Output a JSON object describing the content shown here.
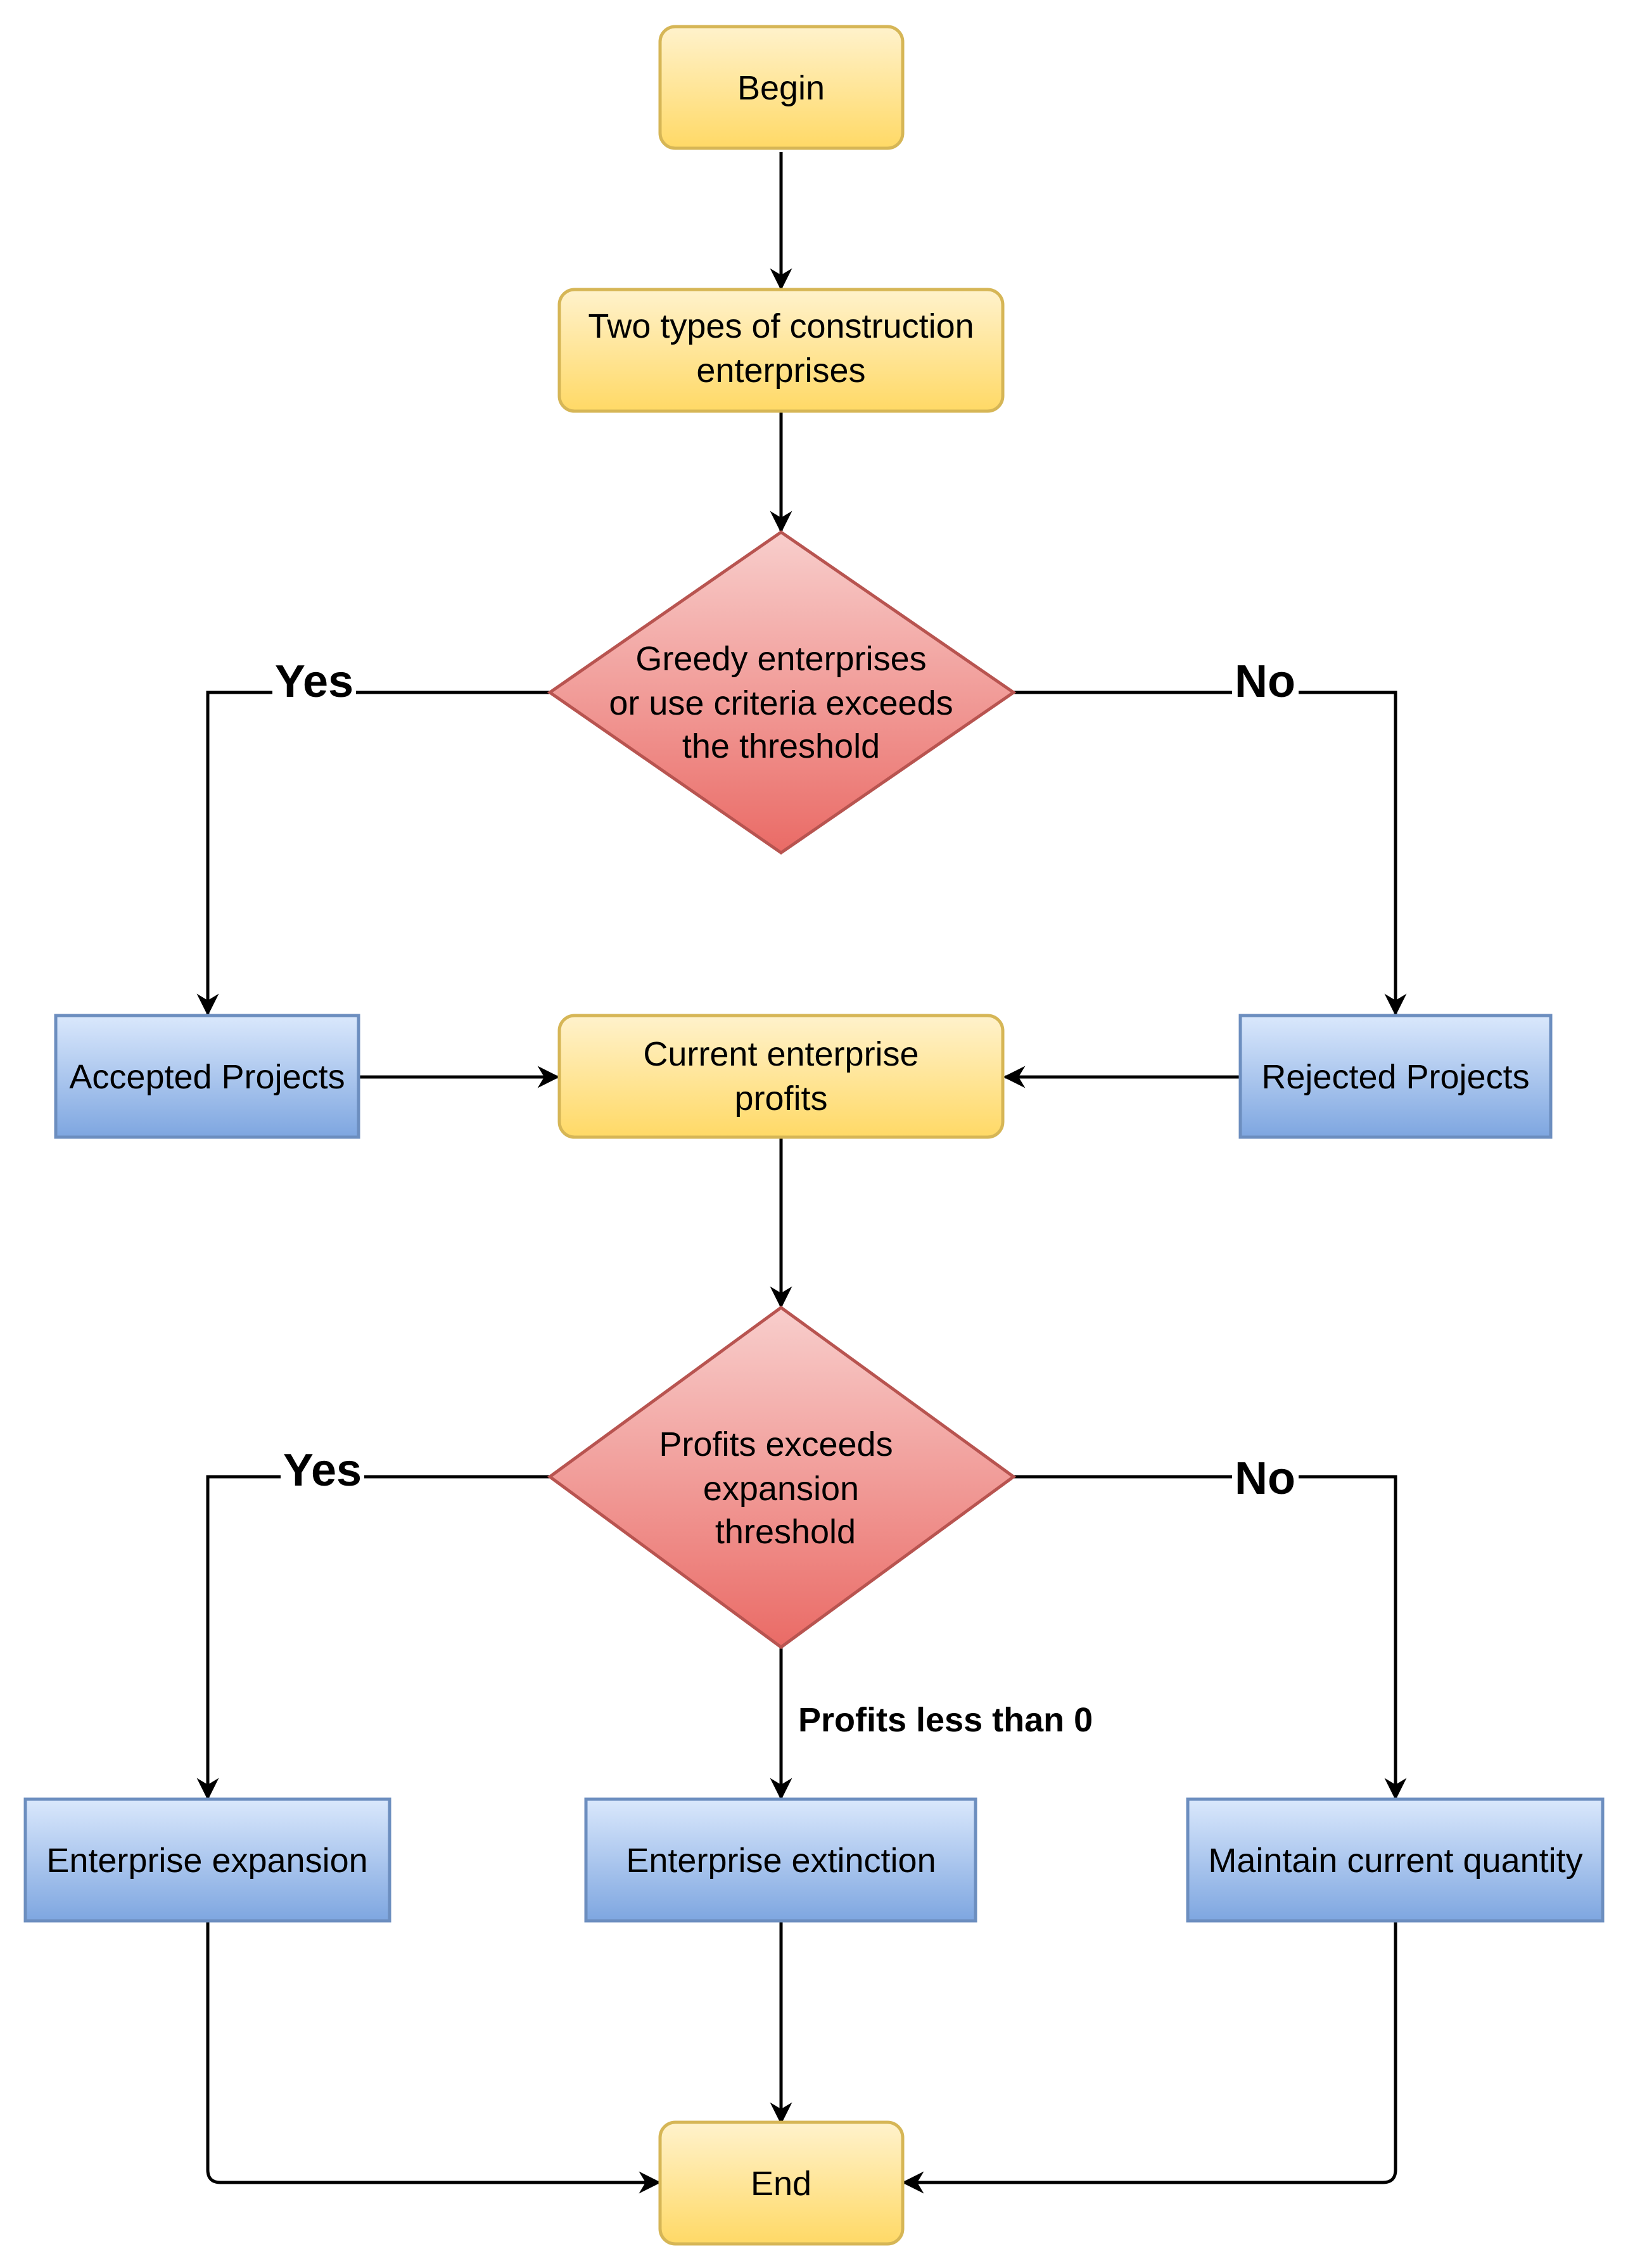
{
  "nodes": {
    "begin": {
      "label": "Begin"
    },
    "two_types": {
      "line1": "Two types of construction",
      "line2": "enterprises"
    },
    "decision1": {
      "line1": "Greedy enterprises",
      "line2": "or use criteria exceeds",
      "line3": "the threshold"
    },
    "accepted": {
      "label": "Accepted Projects"
    },
    "current_profits": {
      "line1": "Current enterprise",
      "line2": "profits"
    },
    "rejected": {
      "label": "Rejected Projects"
    },
    "decision2": {
      "line1": "Profits exceeds",
      "line2": "expansion",
      "line3": "threshold"
    },
    "expansion": {
      "label": "Enterprise expansion"
    },
    "extinction": {
      "label": "Enterprise extinction"
    },
    "maintain": {
      "label": "Maintain current quantity"
    },
    "end": {
      "label": "End"
    }
  },
  "edges": {
    "d1_yes": "Yes",
    "d1_no": "No",
    "d2_yes": "Yes",
    "d2_no": "No",
    "d2_less": "Profits less than 0"
  },
  "colors": {
    "terminal_fill_top": "#fff2cc",
    "terminal_fill_bottom": "#ffd966",
    "terminal_stroke": "#d6b656",
    "decision_fill_top": "#f8cecc",
    "decision_fill_bottom": "#ea6b66",
    "decision_stroke": "#b85450",
    "process_fill_top": "#dae8fc",
    "process_fill_bottom": "#7ea6e0",
    "process_stroke": "#6c8ebf"
  }
}
